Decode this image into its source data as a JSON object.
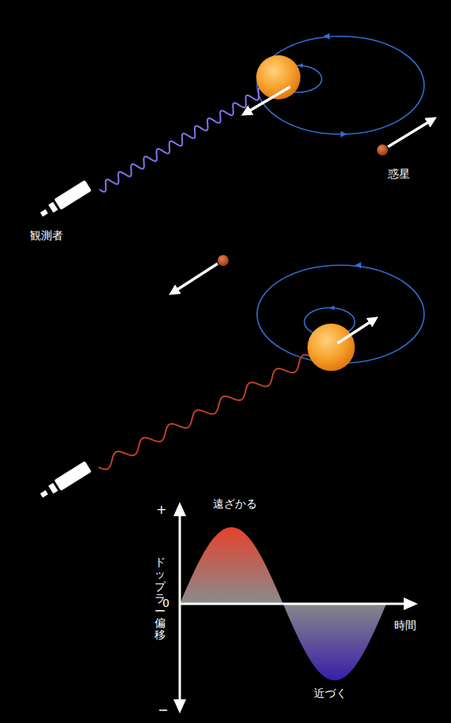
{
  "diagram": {
    "labels": [
      "惑星",
      "観測者",
      "遠ざかる",
      "+",
      "ドップラー偏移",
      "0",
      "時間",
      "−",
      "近づく"
    ]
  }
}
